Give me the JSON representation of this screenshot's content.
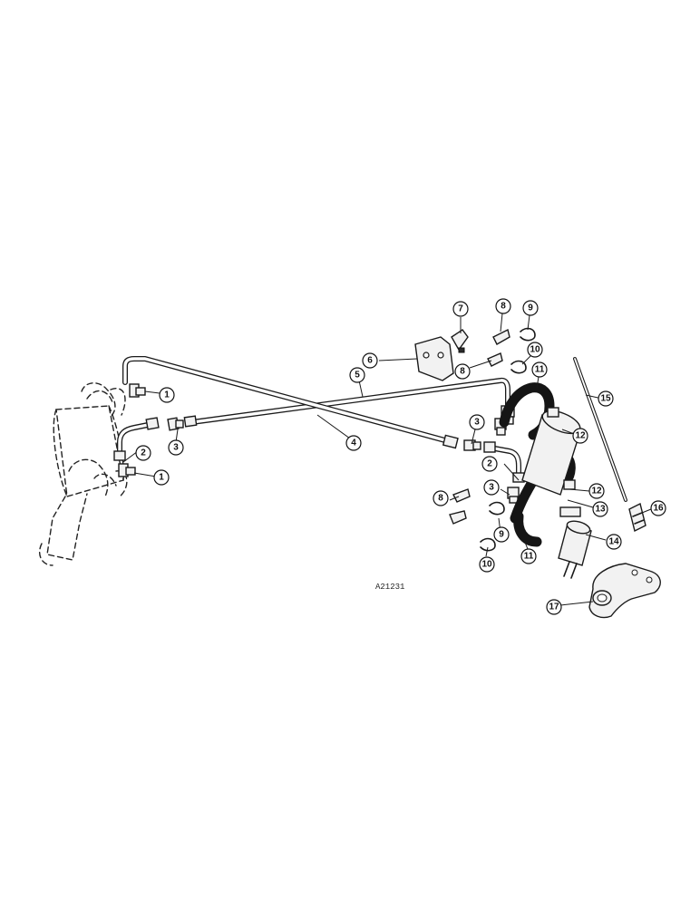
{
  "figure_code": "A21231",
  "callouts": [
    {
      "id": "c1a",
      "label": "1"
    },
    {
      "id": "c1b",
      "label": "1"
    },
    {
      "id": "c2a",
      "label": "2"
    },
    {
      "id": "c2b",
      "label": "2"
    },
    {
      "id": "c3a",
      "label": "3"
    },
    {
      "id": "c3b",
      "label": "3"
    },
    {
      "id": "c3c",
      "label": "3"
    },
    {
      "id": "c4",
      "label": "4"
    },
    {
      "id": "c5",
      "label": "5"
    },
    {
      "id": "c6",
      "label": "6"
    },
    {
      "id": "c7",
      "label": "7"
    },
    {
      "id": "c8a",
      "label": "8"
    },
    {
      "id": "c8b",
      "label": "8"
    },
    {
      "id": "c8c",
      "label": "8"
    },
    {
      "id": "c9a",
      "label": "9"
    },
    {
      "id": "c9b",
      "label": "9"
    },
    {
      "id": "c10a",
      "label": "10"
    },
    {
      "id": "c10b",
      "label": "10"
    },
    {
      "id": "c11a",
      "label": "11"
    },
    {
      "id": "c11b",
      "label": "11"
    },
    {
      "id": "c12a",
      "label": "12"
    },
    {
      "id": "c12b",
      "label": "12"
    },
    {
      "id": "c13",
      "label": "13"
    },
    {
      "id": "c14",
      "label": "14"
    },
    {
      "id": "c15",
      "label": "15"
    },
    {
      "id": "c16",
      "label": "16"
    },
    {
      "id": "c17",
      "label": "17"
    }
  ]
}
